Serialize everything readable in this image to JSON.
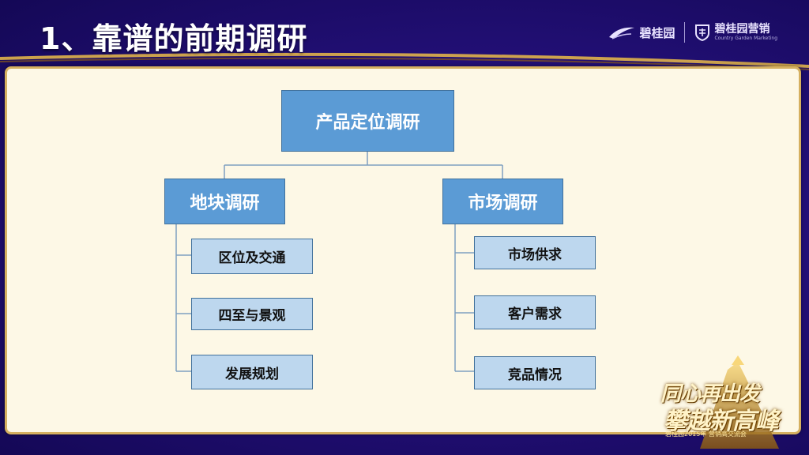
{
  "slide": {
    "title": "1、靠谱的前期调研"
  },
  "header": {
    "logo_primary": "碧桂园",
    "logo_secondary": "碧桂园营销",
    "logo_secondary_sub": "Country Garden Marketing"
  },
  "diagram": {
    "root": "产品定位调研",
    "branches": [
      {
        "label": "地块调研",
        "items": [
          "区位及交通",
          "四至与景观",
          "发展规划"
        ]
      },
      {
        "label": "市场调研",
        "items": [
          "市场供求",
          "客户需求",
          "竞品情况"
        ]
      }
    ]
  },
  "slogan": {
    "line1": "同心再出发",
    "line2": "攀越新高峰",
    "line3": "碧桂园2015年 营销高交流会"
  },
  "colors": {
    "primary_box": "#5b9bd5",
    "secondary_box": "#bdd7ee",
    "panel_bg": "#fdf8e6",
    "panel_border": "#d5b060",
    "background": "#24107a"
  }
}
